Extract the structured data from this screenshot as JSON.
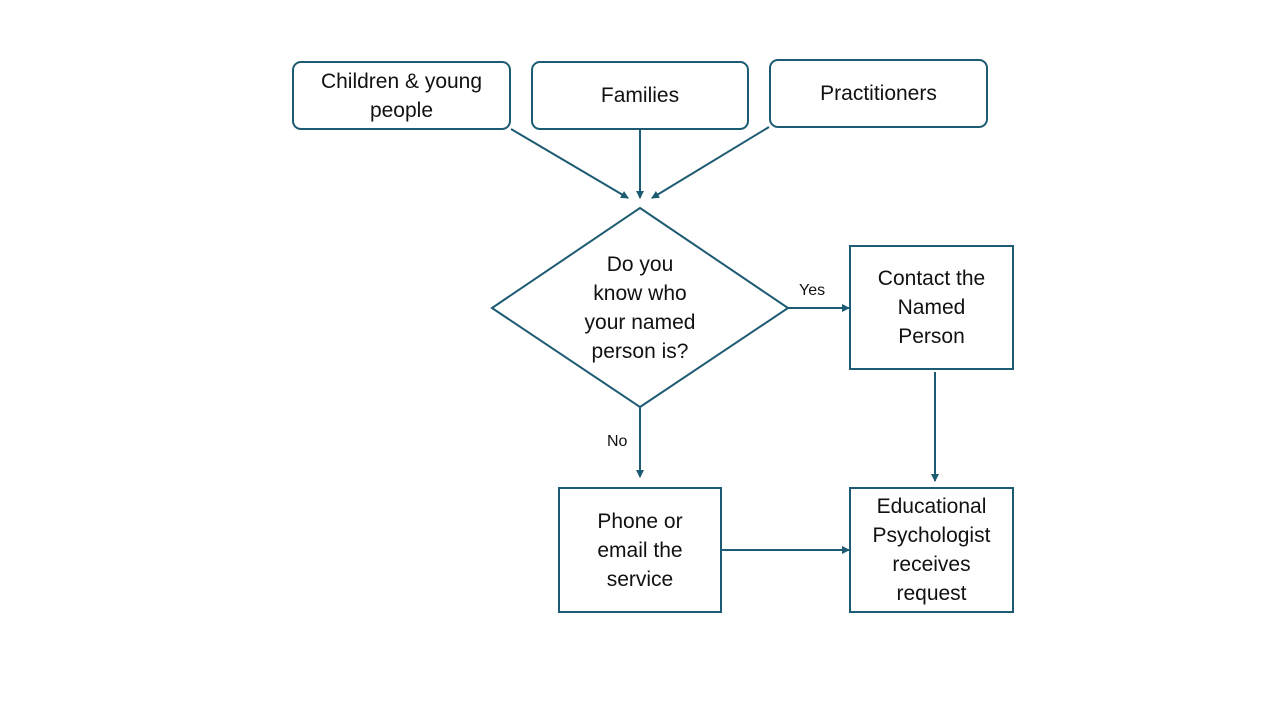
{
  "colors": {
    "stroke": "#1d5b72",
    "text": "#111111",
    "background": "#ffffff"
  },
  "nodes": {
    "children": {
      "line1": "Children & young",
      "line2": "people"
    },
    "families": {
      "label": "Families"
    },
    "practitioners": {
      "label": "Practitioners"
    },
    "decision": {
      "line1": "Do you",
      "line2": "know who",
      "line3": "your named",
      "line4": "person is?"
    },
    "contact": {
      "line1": "Contact the",
      "line2": "Named",
      "line3": "Person"
    },
    "phone": {
      "line1": "Phone or",
      "line2": "email the",
      "line3": "service"
    },
    "ep": {
      "line1": "Educational",
      "line2": "Psychologist",
      "line3": "receives",
      "line4": "request"
    }
  },
  "edges": {
    "yes_label": "Yes",
    "no_label": "No"
  }
}
